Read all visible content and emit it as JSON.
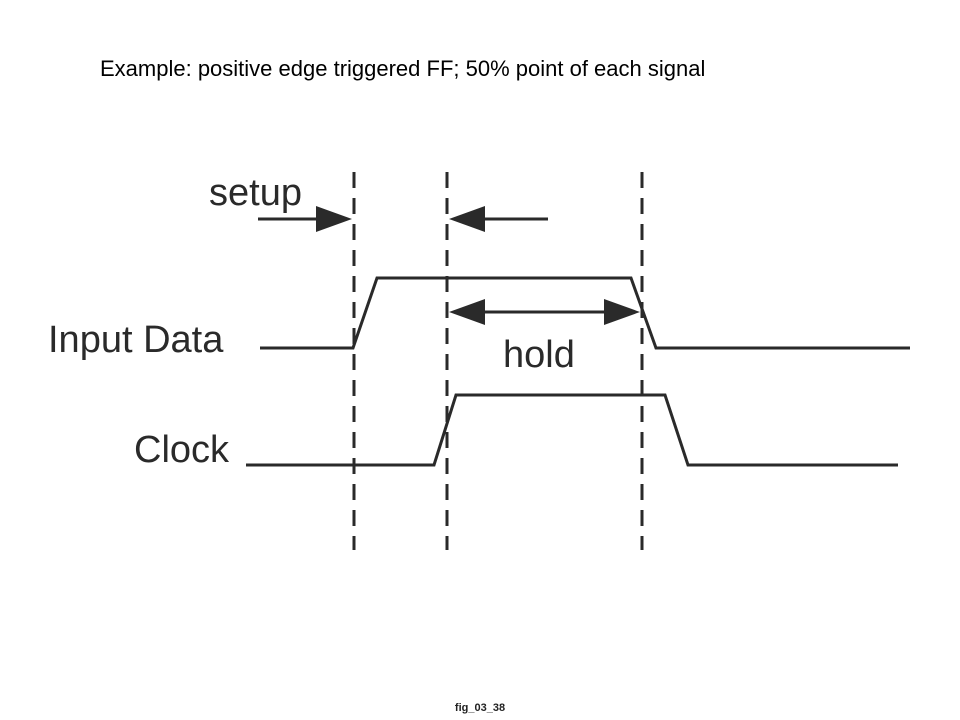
{
  "slide": {
    "title": "Example: positive edge triggered FF; 50% point of each signal",
    "caption": "fig_03_38"
  },
  "diagram": {
    "labels": {
      "setup": "setup",
      "hold": "hold",
      "input_data": "Input Data",
      "clock": "Clock"
    }
  }
}
